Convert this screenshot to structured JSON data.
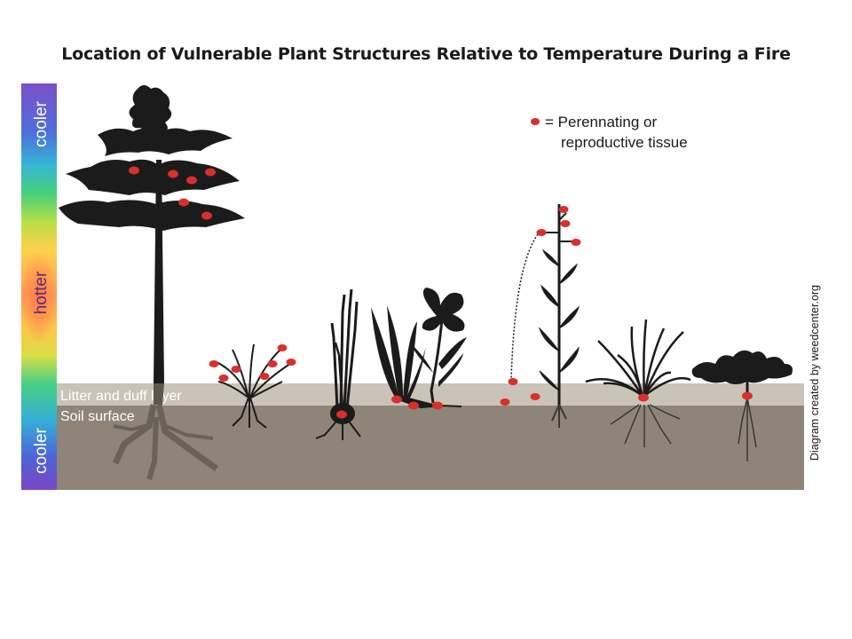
{
  "title": "Location of Vulnerable Plant Structures Relative to Temperature During a Fire",
  "temperature_bar": {
    "top_label": "cooler",
    "middle_label": "hotter",
    "bottom_label": "cooler"
  },
  "layers": {
    "litter": "Litter and duff layer",
    "soil": "Soil surface"
  },
  "legend": {
    "line1": "= Perennating or",
    "line2": "reproductive tissue"
  },
  "credit": "Diagram created by weedcenter.org",
  "colors": {
    "soil": "#8e8578",
    "litter": "#c9c3b8",
    "plant": "#1b1b1b",
    "tissue": "#d8302b"
  },
  "plants": [
    "tree",
    "shrub",
    "bulb-grass",
    "iris",
    "violet",
    "tall-forb",
    "bunchgrass",
    "low-forb"
  ]
}
